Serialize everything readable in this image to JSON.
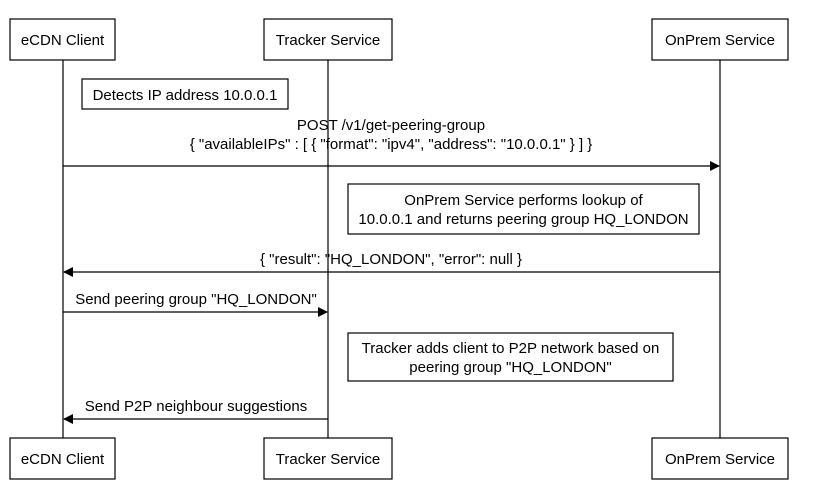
{
  "participants": [
    {
      "id": "client",
      "label": "eCDN Client"
    },
    {
      "id": "tracker",
      "label": "Tracker Service"
    },
    {
      "id": "onprem",
      "label": "OnPrem Service"
    }
  ],
  "notes": {
    "detects_ip": "Detects IP address 10.0.0.1",
    "onprem_lookup_line1": "OnPrem Service performs lookup of",
    "onprem_lookup_line2": "10.0.0.1 and returns peering group HQ_LONDON",
    "tracker_adds_line1": "Tracker adds client to P2P network based on",
    "tracker_adds_line2": "peering group \"HQ_LONDON\""
  },
  "messages": {
    "post_line1": "POST /v1/get-peering-group",
    "post_line2": "{ \"availableIPs\" : [ { \"format\": \"ipv4\", \"address\": \"10.0.0.1\" } ] }",
    "result": "{ \"result\": \"HQ_LONDON\", \"error\": null }",
    "send_group": "Send peering group \"HQ_LONDON\"",
    "send_neighbours": "Send P2P neighbour suggestions"
  }
}
